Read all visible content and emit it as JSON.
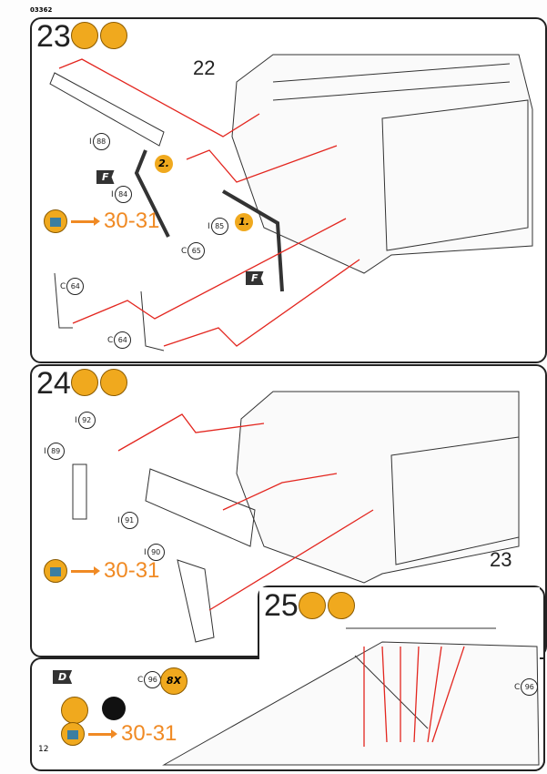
{
  "header": {
    "code": "03362",
    "page_number": "12"
  },
  "step23": {
    "number": "23",
    "ref_label": "22",
    "parts": [
      {
        "prefix": "I",
        "num": "88"
      },
      {
        "prefix": "I",
        "num": "84"
      },
      {
        "prefix": "I",
        "num": "85"
      },
      {
        "prefix": "C",
        "num": "65"
      },
      {
        "prefix": "C",
        "num": "64"
      },
      {
        "prefix": "C",
        "num": "64"
      }
    ],
    "order1": "1.",
    "order2": "2.",
    "flag1": "F",
    "flag2": "F",
    "page_ref": "30-31"
  },
  "step24": {
    "number": "24",
    "ref_label": "23",
    "parts": [
      {
        "prefix": "I",
        "num": "92"
      },
      {
        "prefix": "I",
        "num": "89"
      },
      {
        "prefix": "I",
        "num": "91"
      },
      {
        "prefix": "I",
        "num": "90"
      }
    ],
    "page_ref": "30-31"
  },
  "step25": {
    "number": "25",
    "parts": [
      {
        "prefix": "C",
        "num": "96"
      }
    ],
    "detail": {
      "flag": "D",
      "part_prefix": "C",
      "part_num": "96",
      "quantity": "8X",
      "page_ref": "30-31"
    }
  },
  "colors": {
    "accent": "#f0a91e",
    "arrow": "#e3261f",
    "ref": "#f08a24"
  }
}
